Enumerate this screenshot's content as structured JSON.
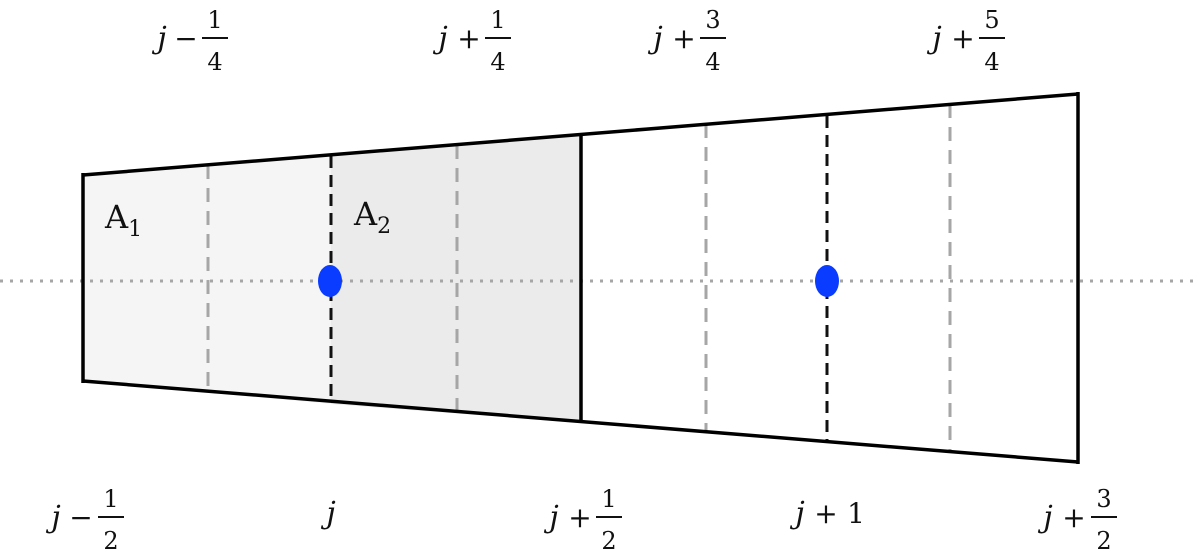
{
  "area_labels": [
    {
      "base": "A",
      "sub": "1"
    },
    {
      "base": "A",
      "sub": "2"
    }
  ],
  "top_labels": [
    {
      "var": "j",
      "op": "−",
      "num": "1",
      "den": "4"
    },
    {
      "var": "j",
      "op": "+",
      "num": "1",
      "den": "4"
    },
    {
      "var": "j",
      "op": "+",
      "num": "3",
      "den": "4"
    },
    {
      "var": "j",
      "op": "+",
      "num": "5",
      "den": "4"
    }
  ],
  "bottom_labels": [
    {
      "var": "j",
      "op": "−",
      "num": "1",
      "den": "2"
    },
    {
      "var": "j",
      "op": "",
      "whole": ""
    },
    {
      "var": "j",
      "op": "+",
      "num": "1",
      "den": "2"
    },
    {
      "var": "j",
      "op": "+",
      "whole": "1"
    },
    {
      "var": "j",
      "op": "+",
      "num": "3",
      "den": "2"
    }
  ],
  "colors": {
    "outline": "#000000",
    "cell_left": "#f5f5f5",
    "cell_middle": "#ebebeb",
    "cell_right": "#ffffff",
    "center_dashed": "#111111",
    "quarter_dashed": "#a6a6a6",
    "axis_dotted": "#a6a6a6",
    "node_dot": "#0a3cff"
  }
}
